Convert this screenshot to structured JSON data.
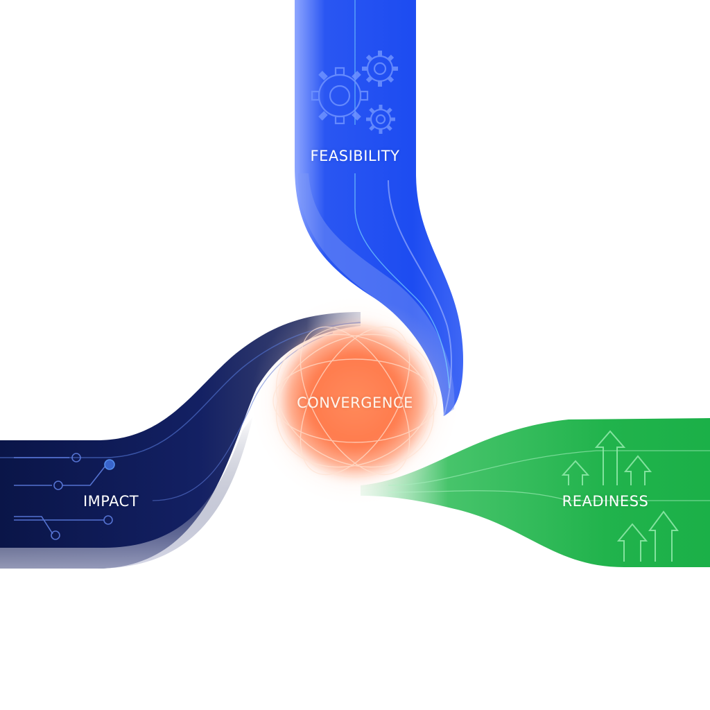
{
  "diagram": {
    "labels": {
      "feasibility": "FEASIBILITY",
      "convergence": "CONVERGENCE",
      "impact": "IMPACT",
      "readiness": "READINESS"
    },
    "colors": {
      "feasibility": "#1f4ef0",
      "impact": "#0d1a4d",
      "readiness": "#22b24c",
      "convergence": "#ff7a4a"
    },
    "icons": {
      "feasibility": "gears-icon",
      "impact": "circuit-icon",
      "readiness": "up-arrows-icon"
    }
  }
}
